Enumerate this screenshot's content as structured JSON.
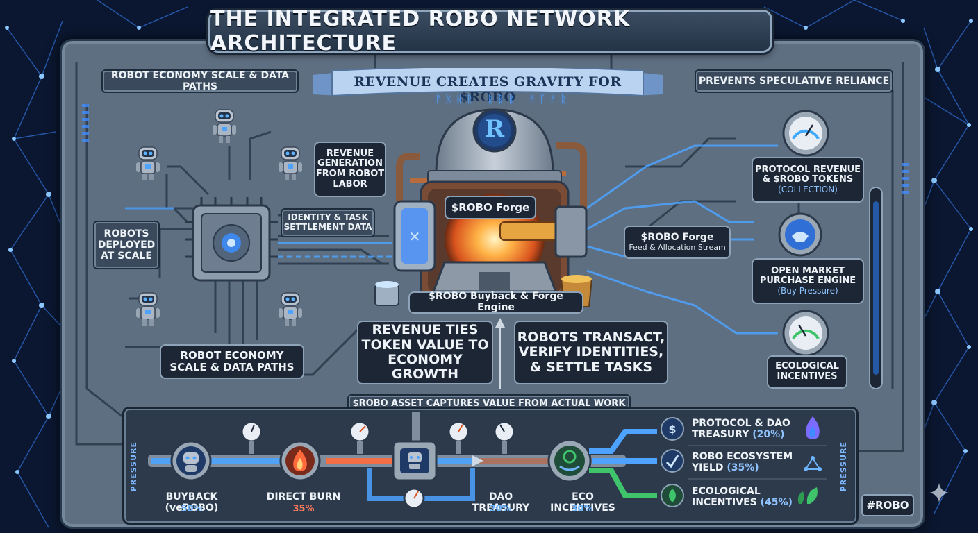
{
  "title": "THE INTEGRATED ROBO NETWORK ARCHITECTURE",
  "ribbon": "REVENUE CREATES GRAVITY FOR $ROBO",
  "runes": "ᚠᚷᚺᚱ ᚱᛒᛒ ᚠᚴᚠᚱ",
  "left_header": "ROBOT ECONOMY SCALE & DATA PATHS",
  "right_header": "PREVENTS SPECULATIVE RELIANCE",
  "robots_deployed": [
    "ROBOTS",
    "DEPLOYED",
    "AT SCALE"
  ],
  "revenue_generation": [
    "REVENUE",
    "GENERATION",
    "FROM ROBOT",
    "LABOR"
  ],
  "identity_task": [
    "IDENTITY & TASK",
    "SETTLEMENT DATA"
  ],
  "robot_economy_box": [
    "ROBOT ECONOMY",
    "SCALE & DATA PATHS"
  ],
  "forge_label": "$ROBO Forge",
  "forge_engine_label": "$ROBO Buyback & Forge Engine",
  "forge_logo": "R",
  "feed_box": {
    "title": "$ROBO Forge",
    "subtitle": "Feed & Allocation Stream"
  },
  "protocol_revenue": {
    "lines": [
      "PROTOCOL REVENUE",
      "& $ROBO TOKENS"
    ],
    "sub": "(COLLECTION)"
  },
  "open_market": {
    "lines": [
      "OPEN MARKET",
      "PURCHASE ENGINE"
    ],
    "sub": "(Buy Pressure)"
  },
  "ecological": [
    "ECOLOGICAL",
    "INCENTIVES"
  ],
  "revenue_ties": [
    "REVENUE TIES",
    "TOKEN VALUE TO",
    "ECONOMY GROWTH"
  ],
  "robots_transact": [
    "ROBOTS TRANSACT,",
    "VERIFY IDENTITIES,",
    "& SETTLE TASKS"
  ],
  "captures": "$ROBO ASSET CAPTURES VALUE FROM ACTUAL WORK",
  "pressure": "PRESSURE",
  "bottom_flows": [
    {
      "label": "BUYBACK (veROBO)",
      "pct": "50%",
      "color": "#6fb4ff"
    },
    {
      "label": "DIRECT BURN",
      "pct": "35%",
      "color": "#ff7a5c"
    },
    {
      "label": "DAO TREASURY",
      "pct": "20%",
      "color": "#6fb4ff"
    },
    {
      "label": "ECO INCENTIVES",
      "pct": "30%",
      "color": "#6fb4ff"
    }
  ],
  "allocations": [
    {
      "name_lines": [
        "PROTOCOL & DAO",
        "TREASURY"
      ],
      "pct": "(20%)"
    },
    {
      "name_lines": [
        "ROBO ECOSYSTEM",
        "YIELD"
      ],
      "pct": "(35%)"
    },
    {
      "name_lines": [
        "ECOLOGICAL",
        "INCENTIVES"
      ],
      "pct": "(45%)"
    }
  ],
  "hashtag": "#ROBO",
  "colors": {
    "board": "#5e6f82",
    "accent_blue": "#4da3ff",
    "burn": "#ff6a3d",
    "green": "#3fc46b",
    "forge_glow": "#ffb347"
  }
}
